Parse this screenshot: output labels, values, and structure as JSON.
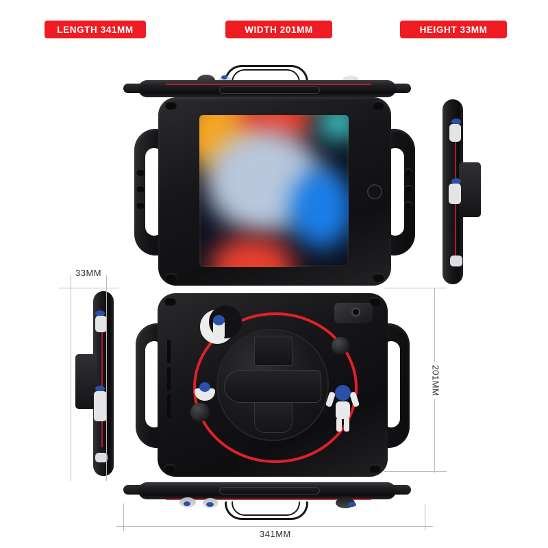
{
  "badges": [
    {
      "id": "length",
      "label": "LENGTH 341MM",
      "color": "#ef1c23"
    },
    {
      "id": "width",
      "label": "WIDTH  201MM",
      "color": "#ef1c23"
    },
    {
      "id": "height",
      "label": "HEIGHT  33MM",
      "color": "#ef1c23"
    }
  ],
  "dimensions": {
    "thickness": "33MM",
    "width": "201MM",
    "length": "341MM"
  },
  "product": {
    "views": {
      "front": "front-view-tablet-in-case",
      "back": "back-view-rotating-handstrap",
      "top_edge": "top-edge-profile-with-shoulder-strap-loop",
      "bottom_edge": "bottom-edge-profile-with-shoulder-strap-loop",
      "left_side": "left-side-profile-with-kickstand",
      "right_side": "right-side-profile-with-kickstand"
    },
    "accent_colors": {
      "ring": "#e0202b",
      "edge_line": "#c8202a",
      "helmet": "#2b50a8",
      "astronaut": "#e9e9ea",
      "case": "#151517"
    },
    "decorations": [
      "astronaut-on-crescent-moon",
      "astronaut-bust",
      "astronaut-arms-raised",
      "planet-sphere-left",
      "planet-sphere-right"
    ],
    "wallpaper": {
      "name": "ios-abstract-gradient",
      "base": "#0d1120",
      "blobs": [
        "#f5a623",
        "#e8402f",
        "#b9c7dc",
        "#3ec0c0",
        "#1a7ee8"
      ]
    }
  }
}
